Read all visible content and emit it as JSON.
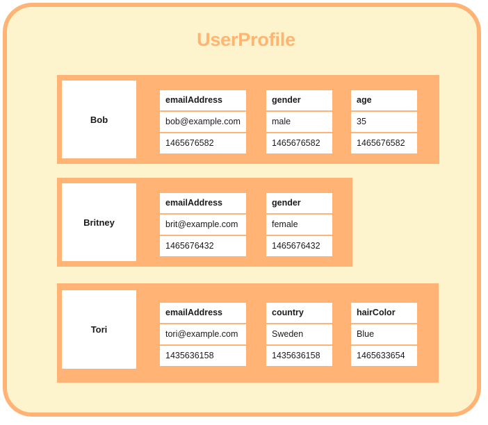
{
  "diagram": {
    "title": "UserProfile",
    "colors": {
      "card_background": "#fdf3cd",
      "card_border": "#ffb375",
      "title_color": "#ffb571",
      "row_panel": "#ffb375",
      "cell_background": "#ffffff",
      "text_color": "#1a1a1a"
    },
    "rows": [
      {
        "name": "Bob",
        "fields": [
          {
            "key": "emailAddress",
            "value": "bob@example.com",
            "timestamp": "1465676582"
          },
          {
            "key": "gender",
            "value": "male",
            "timestamp": "1465676582"
          },
          {
            "key": "age",
            "value": "35",
            "timestamp": "1465676582"
          }
        ]
      },
      {
        "name": "Britney",
        "fields": [
          {
            "key": "emailAddress",
            "value": "brit@example.com",
            "timestamp": "1465676432"
          },
          {
            "key": "gender",
            "value": "female",
            "timestamp": "1465676432"
          }
        ]
      },
      {
        "name": "Tori",
        "fields": [
          {
            "key": "emailAddress",
            "value": "tori@example.com",
            "timestamp": "1435636158"
          },
          {
            "key": "country",
            "value": "Sweden",
            "timestamp": "1435636158"
          },
          {
            "key": "hairColor",
            "value": "Blue",
            "timestamp": "1465633654"
          }
        ]
      }
    ]
  }
}
